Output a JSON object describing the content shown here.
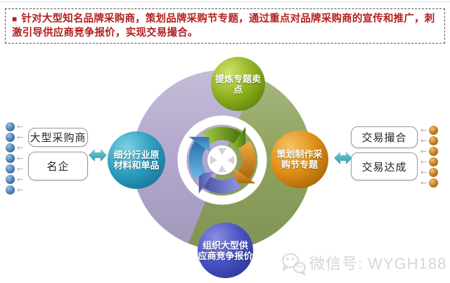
{
  "header": {
    "bullet": "■",
    "text": "针对大型知名品牌采购商，策划品牌采购节专题，通过重点对品牌采购商的宣传和推广，刺激引导供应商竞争报价，实现交易撮合。",
    "text_color": "#b42020"
  },
  "cycle": {
    "background_halves": {
      "left_half": "#b2a6cc",
      "right_half": "#8fa45e"
    },
    "arrow_colors": {
      "top": "#6f9e23",
      "right": "#c97c1c",
      "bottom": "#6670c2",
      "left": "#4a92c6"
    },
    "nodes": [
      {
        "position": "top",
        "line1": "提炼专题卖点",
        "line2": "",
        "color": "#7ca018"
      },
      {
        "position": "right",
        "line1": "策划制作采",
        "line2": "购节专题",
        "color": "#d8860e"
      },
      {
        "position": "bottom",
        "line1": "组织大型供",
        "line2": "应商竞争报价",
        "color": "#434cc0"
      },
      {
        "position": "left",
        "line1": "细分行业原",
        "line2": "材料和单品",
        "color": "#2492b4"
      }
    ]
  },
  "left_panel": {
    "bullet_count": 7,
    "bullet_color": "#4b7fb4",
    "boxes": [
      {
        "label": "大型采购商"
      },
      {
        "label": "名企"
      }
    ]
  },
  "right_panel": {
    "bullet_count": 6,
    "bullet_color": "#c07c1a",
    "boxes": [
      {
        "label": "交易撮合"
      },
      {
        "label": "交易达成"
      }
    ]
  },
  "connector_arrow_color": "#3fa8b8",
  "watermark": {
    "label": "微信号: WYGH188",
    "color": "#d6d6d6"
  }
}
